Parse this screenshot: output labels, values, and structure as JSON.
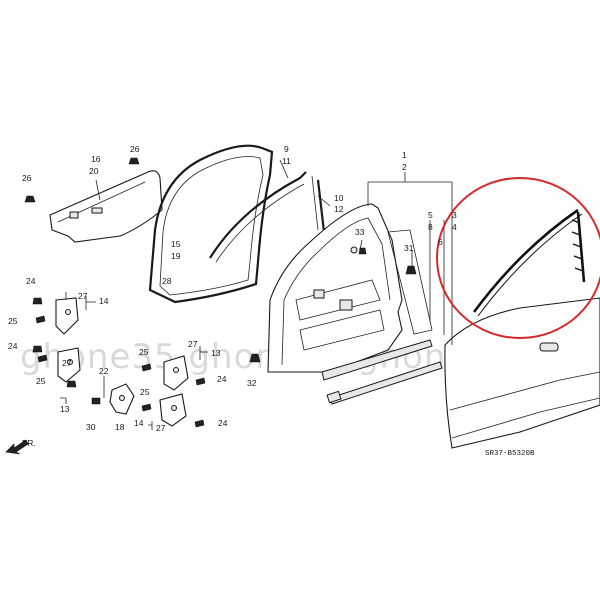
{
  "diagram": {
    "code": "SR37-B5320B",
    "direction_label": "FR.",
    "watermark": "ghone35 ghone35 ghone35",
    "highlight_color": "#d62a2a",
    "line_color": "#222222"
  },
  "callouts": {
    "n1": "1",
    "n2": "2",
    "n3": "3",
    "n4": "4",
    "n5": "5",
    "n6": "6",
    "n8": "8",
    "n9": "9",
    "n10": "10",
    "n11": "11",
    "n12": "12",
    "n13a": "13",
    "n13b": "13",
    "n14a": "14",
    "n14b": "14",
    "n15": "15",
    "n16": "16",
    "n18": "18",
    "n19": "19",
    "n20": "20",
    "n22": "22",
    "n24a": "24",
    "n24b": "24",
    "n24c": "24",
    "n24d": "24",
    "n25a": "25",
    "n25b": "25",
    "n25c": "25",
    "n25d": "25",
    "n26a": "26",
    "n26b": "26",
    "n27a": "27",
    "n27b": "27",
    "n27c": "27",
    "n27d": "27",
    "n28": "28",
    "n30": "30",
    "n31": "31",
    "n32": "32",
    "n33": "33"
  }
}
